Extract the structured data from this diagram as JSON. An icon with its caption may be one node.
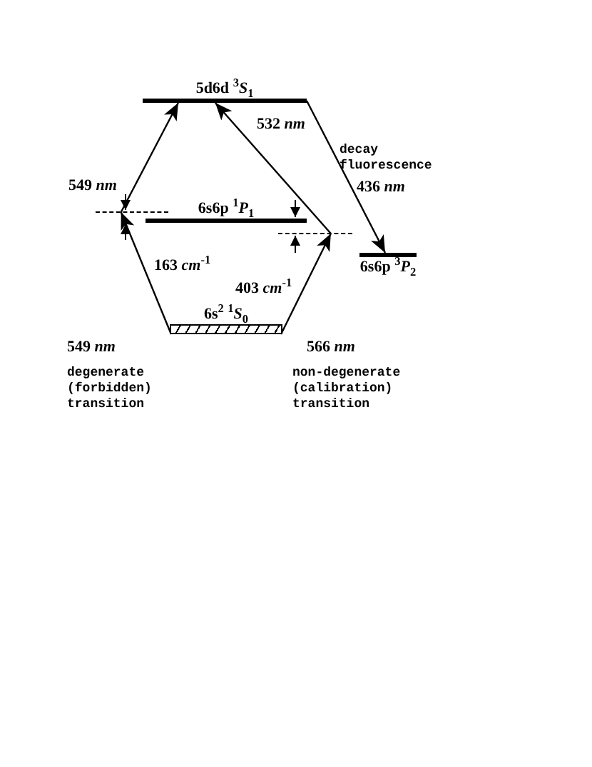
{
  "diagram": {
    "nodes": [
      {
        "text": [
          "5d6d $^{3}$*S*$_{1}$"
        ]
      },
      {
        "text": [
          "6s6p $^{1}$*P*$_{1}$"
        ]
      },
      {
        "text": [
          "6s$^{2}$ $^{1}$*S*$_{0}$"
        ]
      },
      {
        "text": [
          "6s6p $^{3}$*P*$_{2}$"
        ]
      },
      {
        "text": [],
        "shape": "bar"
      },
      {
        "text": [],
        "shape": "bar"
      }
    ],
    "edges": [
      {
        "from": 2,
        "to": 4,
        "arrow": "to",
        "label": "549 *nm*"
      },
      {
        "from": 4,
        "to": 0,
        "arrow": "to",
        "label": "549 *nm*"
      },
      {
        "from": 2,
        "to": 5,
        "arrow": "to",
        "label": "566 *nm*"
      },
      {
        "from": 5,
        "to": 0,
        "arrow": "to",
        "label": "532 *nm*"
      },
      {
        "from": 0,
        "to": 3,
        "arrow": "to",
        "label": "436 *nm*"
      }
    ],
    "labels": [
      "decay fluorescence",
      "163 *cm*$^{-1}$",
      "403 *cm*$^{-1}$",
      "degenerate (forbidden) transition",
      "non-degenerate (calibration) transition"
    ]
  }
}
